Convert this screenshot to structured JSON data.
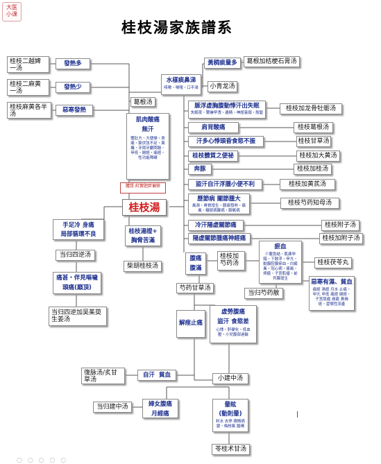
{
  "logo": {
    "line1": "大医",
    "line2": "小课"
  },
  "title": "桂枝湯家族譜系",
  "center": {
    "label": "桂枝湯",
    "note": "體質:紅實肥胖偏勞"
  },
  "left_top": {
    "rows": [
      {
        "formula": "桂枝二越婢一汤",
        "symptom": "發熱多"
      },
      {
        "formula": "桂枝二麻黄一汤",
        "symptom": "發熱少"
      },
      {
        "formula": "桂枝麻黄各半汤",
        "symptom": "惡寒發熱"
      }
    ]
  },
  "muscle": {
    "title": "肌肉酸痛",
    "sub": "無汗",
    "details": "體壯方・大便燥・身痛・脈伏弦不足・面癱・牙周牙齦問題・甲低・閉經・痛經・性功能障礙"
  },
  "gegen": "葛根汤",
  "top": {
    "huangqi": {
      "symptom": "黃稠痰量多",
      "formula": "葛根加桔梗石膏汤"
    },
    "water": {
      "symptom": "水樣痰鼻涕",
      "detail": "咳嗽・噴嚏・口不渴",
      "formula": "小青龙汤"
    }
  },
  "right_rows": [
    {
      "symptom": "脈浮虚胸腹動悸汗出失眠",
      "detail": "失眠夜・驚嚇早洩・遺精・神經衰弱・脫髮",
      "formula": "桂枝加龙骨牡蛎汤"
    },
    {
      "symptom": "肩背酸痛",
      "formula": "桂枝葛根汤"
    },
    {
      "symptom": "汗多心悸頭昏食慾不振",
      "formula": "桂枝甘草汤"
    },
    {
      "symptom": "桂枝體質之便祕",
      "formula": "桂枝加大黄汤"
    },
    {
      "symptom": "奔豚",
      "formula": "桂枝加桂汤"
    },
    {
      "symptom": "盜汗自汗浮腫小便不利",
      "formula": "桂枝加黄芪汤"
    },
    {
      "symptom": "歷節病 關節腫大",
      "detail": "風濕・骨質增生・膝痛發熱・痛風・糖尿病腳病・腳氣病",
      "formula": "桂枝芍药知母汤"
    },
    {
      "symptom": "冷汗陽虚關節痛",
      "formula": "桂枝附子汤"
    },
    {
      "symptom": "陽虚關節腫痛神經痛",
      "formula": "桂枝加附子汤"
    }
  ],
  "left_mid": {
    "hands": {
      "line1": "手足冷 身痛",
      "line2": "局部循環不良"
    },
    "sini": "当归四逆汤",
    "head": {
      "line1": "痛甚・伴見嘔噦",
      "line2": "頭痛(巔頂)"
    },
    "wuzhu": "当归四逆加吴茱萸生姜汤"
  },
  "chest": {
    "line1": "桂枝湯證+",
    "line2": "胸脅苦滿",
    "formula": "柴胡桂枝汤"
  },
  "belly": {
    "line1": "腹痛",
    "line2": "腹滿",
    "formula": "桂枝加芍药汤"
  },
  "blood": {
    "title": "瘀血",
    "details": "少腹急結・肌膚甲錯・下肢浮・甲亢・黏膜腔膜瘀血・白癜風・冠心病・痛風・痔瘡・子宮肌瘤・前列腺增生",
    "formula": "桂枝茯苓丸",
    "cold": {
      "title": "惡寒有濕、貧血",
      "details": "痛經 濕經 月水 止痛・甲亢 甲低 痛經 閉經・子宮肌瘤 痤瘡 黃褐斑・習慣性流產"
    },
    "dang": "当归芍药散"
  },
  "shaoyao": "芍药甘草汤",
  "cramp": "解痙止痛",
  "weak": {
    "title": "虚勞腹痛",
    "mid": "盜汗 食慾差",
    "details": "心悸・肝硬化・低血壓・小兒腹部過敏"
  },
  "sweat": {
    "symptom": "自汗  貧血",
    "formula": "復脉汤/炙甘草汤"
  },
  "xiaojian": "小建中汤",
  "women": {
    "line1": "婦女腹痛",
    "line2": "月經痛",
    "formula": "当归建中汤"
  },
  "dizzy": {
    "title": "暈眩",
    "sub": "(動則暈)",
    "details": "利水 去停 眼睛病變・梅核氣 腦鳴"
  },
  "linggui": "苓桂术甘汤"
}
